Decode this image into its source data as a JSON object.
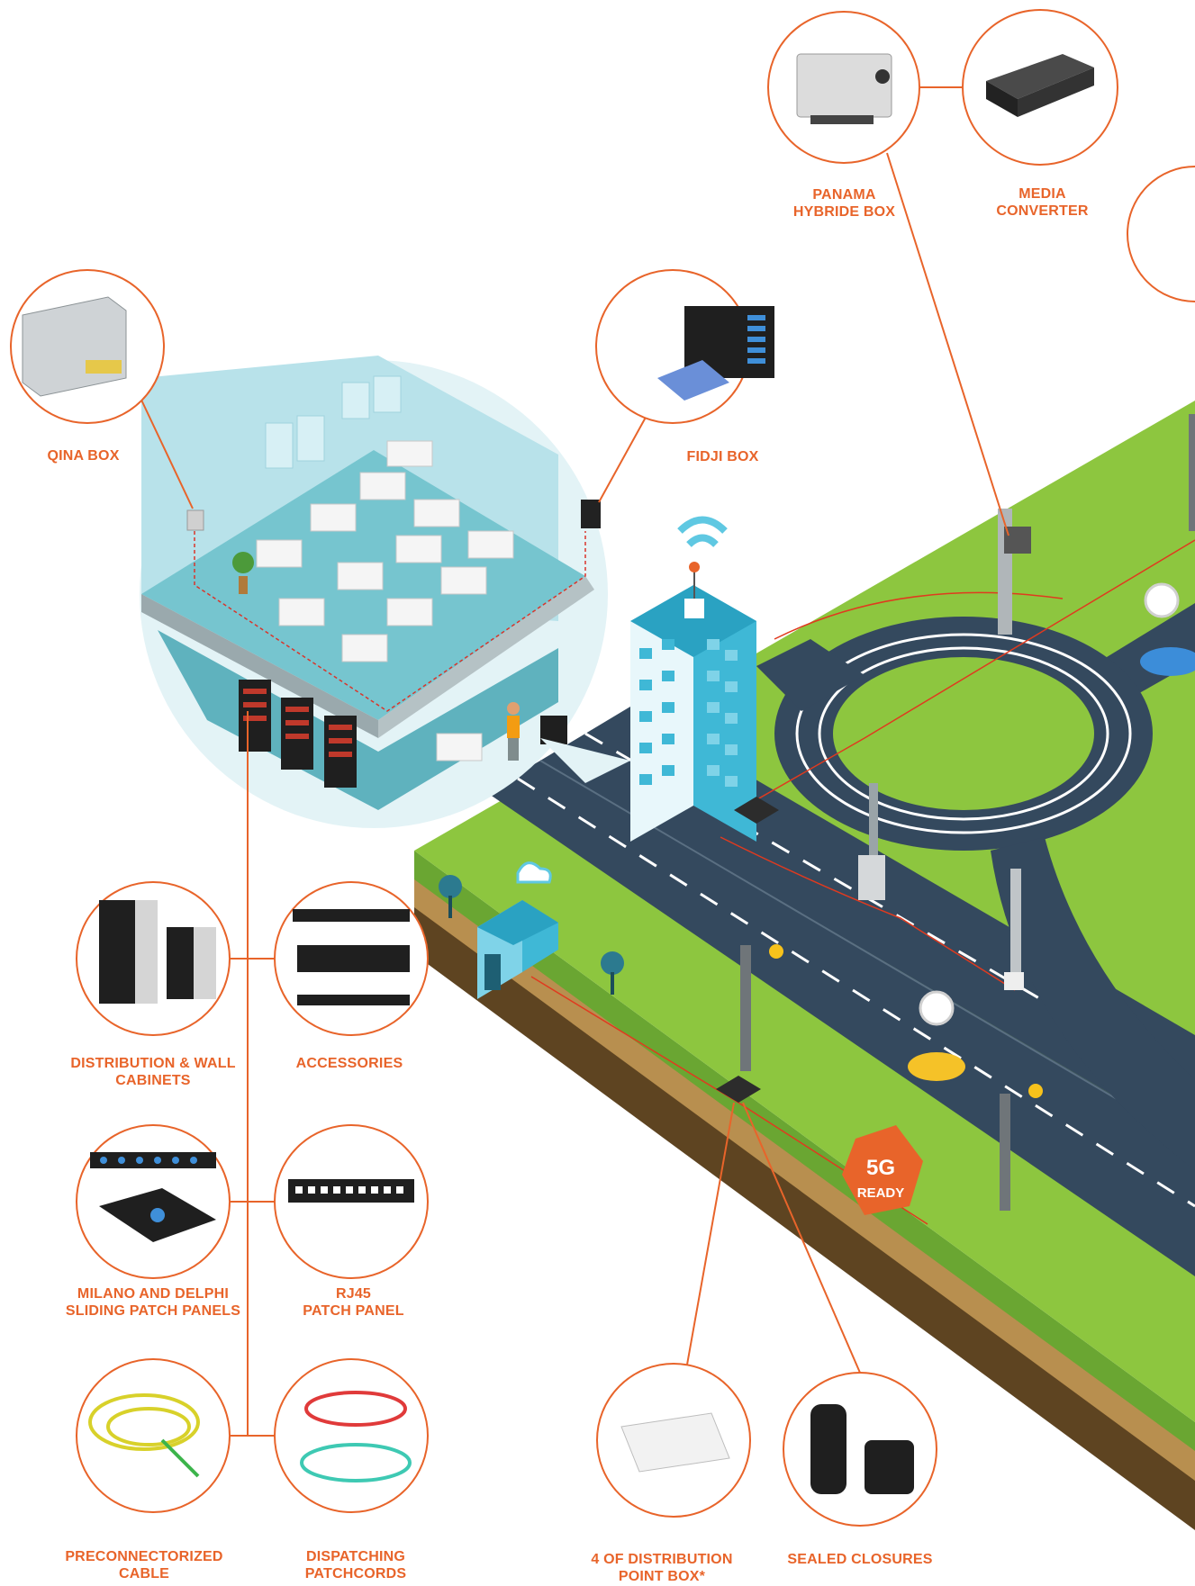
{
  "colors": {
    "accent": "#e8642a",
    "grass": "#8dc63f",
    "road": "#34495e",
    "room_floor": "#76c5cf",
    "building": "#3fb8d6"
  },
  "badge": {
    "line1": "5G",
    "line2": "READY"
  },
  "labels": {
    "panama": [
      "PANAMA",
      "HYBRIDE BOX"
    ],
    "media": [
      "MEDIA",
      "CONVERTER"
    ],
    "qina": [
      "QINA BOX"
    ],
    "fidji": [
      "FIDJI BOX"
    ],
    "cabinets": [
      "DISTRIBUTION & WALL",
      "CABINETS"
    ],
    "accessories": [
      "ACCESSORIES"
    ],
    "milano": [
      "MILANO AND DELPHI",
      "SLIDING PATCH PANELS"
    ],
    "rj45": [
      "RJ45",
      "PATCH PANEL"
    ],
    "precon": [
      "PRECONNECTORIZED",
      "CABLE"
    ],
    "dispatch": [
      "DISPATCHING",
      "PATCHCORDS"
    ],
    "distribution_point": [
      "4 OF DISTRIBUTION",
      "POINT BOX*"
    ],
    "sealed": [
      "SEALED CLOSURES"
    ]
  },
  "icons": {
    "panama": "panama-hybride-box-icon",
    "media": "media-converter-icon",
    "qina": "qina-box-icon",
    "fidji": "fidji-box-icon",
    "cabinets": "distribution-cabinets-icon",
    "accessories": "accessories-icon",
    "milano": "sliding-patch-panel-icon",
    "rj45": "rj45-patch-panel-icon",
    "precon": "preconnectorized-cable-icon",
    "dispatch": "dispatching-patchcords-icon",
    "distribution_point": "distribution-point-box-icon",
    "sealed": "sealed-closures-icon"
  }
}
